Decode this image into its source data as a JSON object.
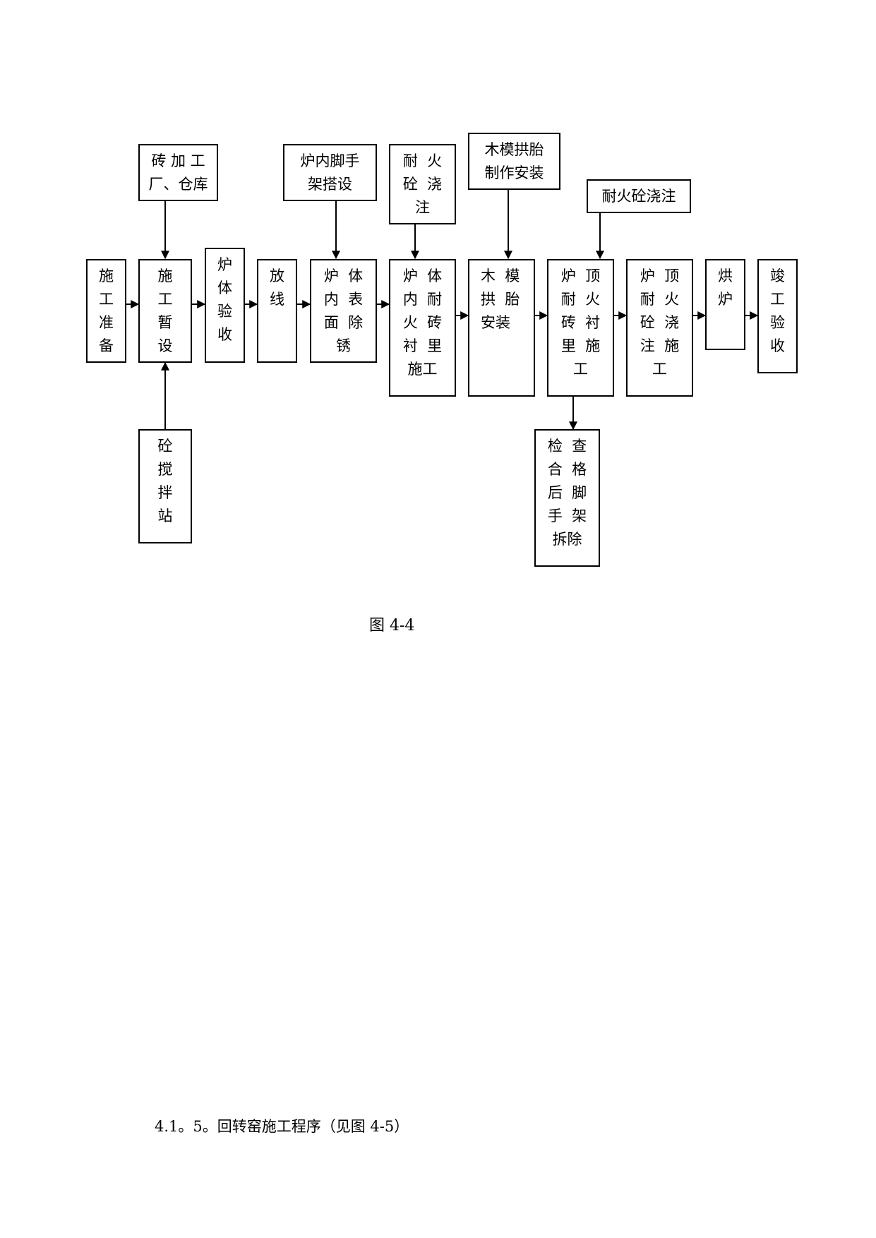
{
  "diagram": {
    "nodes": {
      "prep": "施\n工\n准\n备",
      "temp": "施\n工\n暂\n设",
      "accept": "炉\n体\n验\n收",
      "layout": "放\n线",
      "derust": "炉  体\n内  表\n面  除\n锈",
      "lining": "炉  体\n内  耐\n火  砖\n衬  里\n施工",
      "arch_install": "木  模\n拱  胎\n安装",
      "top_brick": "炉  顶\n耐  火\n砖  衬\n里  施\n工",
      "top_cast": "炉  顶\n耐  火\n砼  浇\n注  施\n工",
      "bake": "烘\n炉",
      "final": "竣\n工\n验\n收",
      "brick_factory": "砖 加 工\n厂、仓库",
      "scaffold": "炉内脚手\n架搭设",
      "refr_cast": "耐  火\n砼  浇\n注",
      "arch_make": "木模拱胎\n制作安装",
      "refr_cast2": "耐火砼浇注",
      "mixing": "砼\n搅\n拌\n站",
      "dismantle": "检  查\n合  格\n后  脚\n手  架\n拆除"
    },
    "caption": "图 4-4"
  },
  "section_heading": "4.1。5。回转窑施工程序（见图 4-5）"
}
